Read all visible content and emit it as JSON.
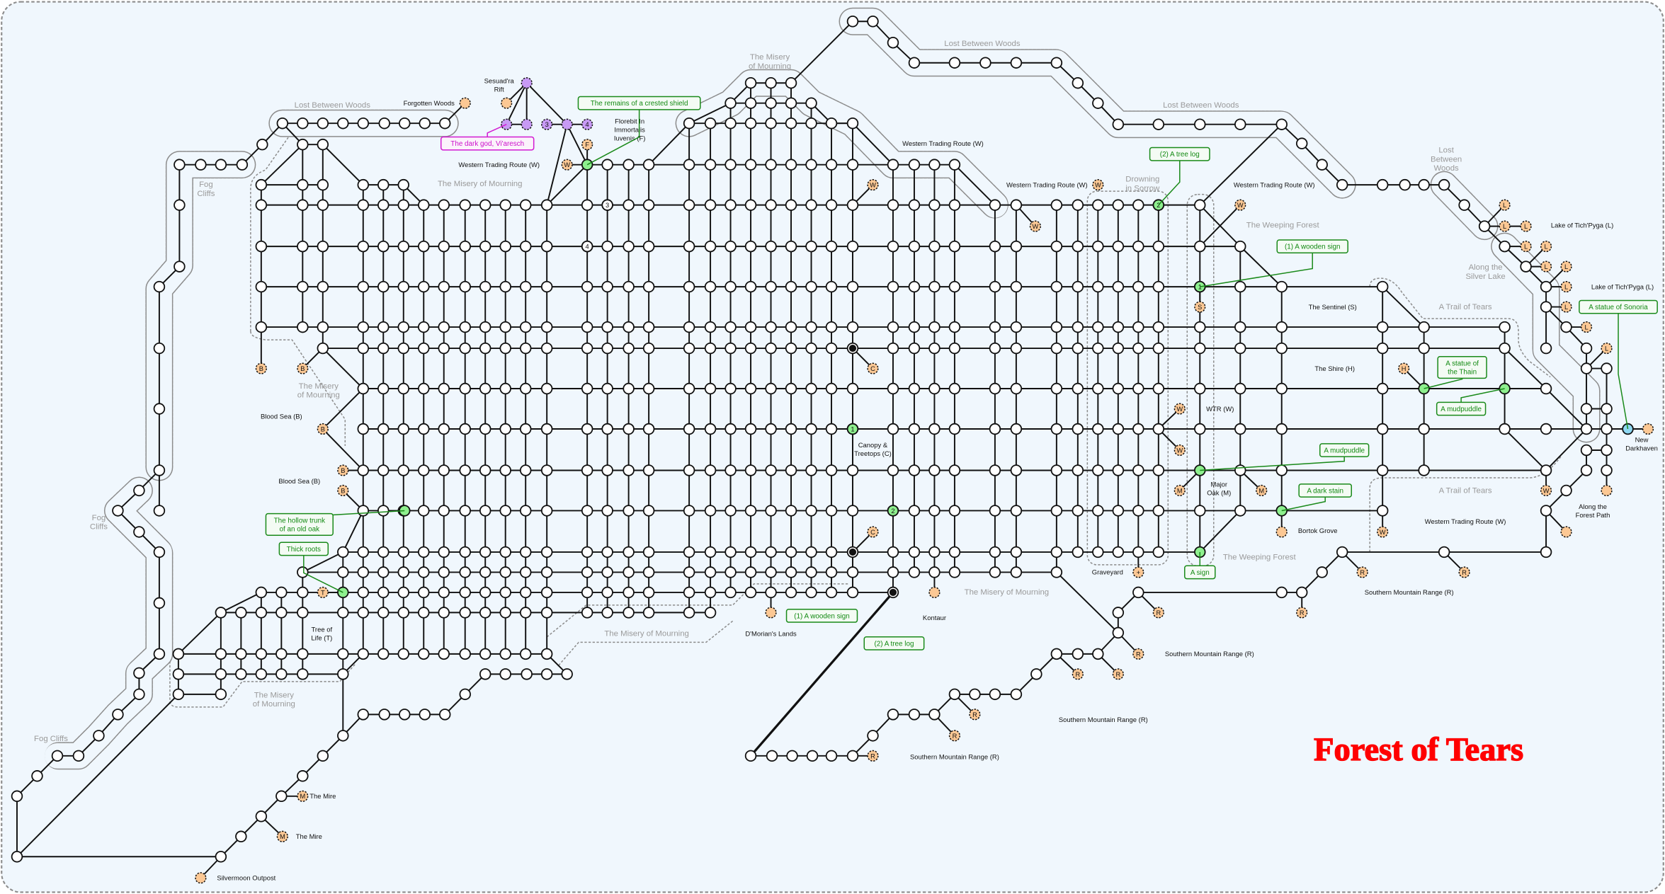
{
  "title": "Forest of Tears",
  "colors": {
    "background": "#f0f7fd",
    "edge": "#111111",
    "location_node": "#ffffff",
    "exit_node": "#fcc894",
    "item_node": "#8ef08e",
    "special_node": "#c89af5",
    "destination_node": "#8ed8f2",
    "callout_green": "#138a13",
    "callout_magenta": "#cc10cc",
    "region_label": "#9a9a9a",
    "title": "#ff0000"
  },
  "regions": [
    {
      "lines": [
        "Lost Between Woods"
      ]
    },
    {
      "lines": [
        "Lost Between Woods"
      ]
    },
    {
      "lines": [
        "Lost Between Woods"
      ]
    },
    {
      "lines": [
        "Lost",
        "Between",
        "Woods"
      ]
    },
    {
      "lines": [
        "Fog",
        "Cliffs"
      ]
    },
    {
      "lines": [
        "Fog",
        "Cliffs"
      ]
    },
    {
      "lines": [
        "Fog Cliffs"
      ]
    },
    {
      "lines": [
        "The Misery of Mourning"
      ]
    },
    {
      "lines": [
        "The Misery",
        "of Mourning"
      ]
    },
    {
      "lines": [
        "The Misery",
        "of Mourning"
      ]
    },
    {
      "lines": [
        "The Misery",
        "of Mourning"
      ]
    },
    {
      "lines": [
        "The Misery of Mourning"
      ]
    },
    {
      "lines": [
        "The Misery of Mourning"
      ]
    },
    {
      "lines": [
        "Drowning",
        "in Sorrow"
      ]
    },
    {
      "lines": [
        "The Weeping Forest"
      ]
    },
    {
      "lines": [
        "The Weeping Forest"
      ]
    },
    {
      "lines": [
        "Along the",
        "Silver Lake"
      ]
    },
    {
      "lines": [
        "A Trail of Tears"
      ]
    },
    {
      "lines": [
        "A Trail of Tears"
      ]
    }
  ],
  "places": [
    {
      "lines": [
        "Forgotten Woods"
      ]
    },
    {
      "lines": [
        "Sesuad'ra",
        "Rift"
      ]
    },
    {
      "lines": [
        "Florebit In",
        "Immortalis",
        "Iuvenis (F)"
      ]
    },
    {
      "lines": [
        "Western Trading Route (W)"
      ]
    },
    {
      "lines": [
        "Western Trading Route (W)"
      ]
    },
    {
      "lines": [
        "Western Trading Route (W)"
      ]
    },
    {
      "lines": [
        "Western Trading Route (W)"
      ]
    },
    {
      "lines": [
        "Lake of Tich'Pyga (L)"
      ]
    },
    {
      "lines": [
        "Lake of Tich'Pyga (L)"
      ]
    },
    {
      "lines": [
        "The Sentinel (S)"
      ]
    },
    {
      "lines": [
        "The Shire (H)"
      ]
    },
    {
      "lines": [
        "WTR (W)"
      ]
    },
    {
      "lines": [
        "Blood Sea (B)"
      ]
    },
    {
      "lines": [
        "Blood Sea (B)"
      ]
    },
    {
      "lines": [
        "Canopy &",
        "Treetops (C)"
      ]
    },
    {
      "lines": [
        "Major",
        "Oak (M)"
      ]
    },
    {
      "lines": [
        "Bortok Grove"
      ]
    },
    {
      "lines": [
        "Graveyard"
      ]
    },
    {
      "lines": [
        "Kontaur"
      ]
    },
    {
      "lines": [
        "D'Morian's Lands"
      ]
    },
    {
      "lines": [
        "Tree of",
        "Life (T)"
      ]
    },
    {
      "lines": [
        "New",
        "Darkhaven"
      ]
    },
    {
      "lines": [
        "Along the",
        "Forest Path"
      ]
    },
    {
      "lines": [
        "Western Trading Route (W)"
      ]
    },
    {
      "lines": [
        "Southern Mountain Range (R)"
      ]
    },
    {
      "lines": [
        "Southern Mountain Range (R)"
      ]
    },
    {
      "lines": [
        "Southern Mountain Range (R)"
      ]
    },
    {
      "lines": [
        "Southern Mountain Range (R)"
      ]
    },
    {
      "lines": [
        "The Mire"
      ]
    },
    {
      "lines": [
        "The Mire"
      ]
    },
    {
      "lines": [
        "Silvermoon Outpost"
      ]
    }
  ],
  "callouts": [
    {
      "lines": [
        "The remains of a crested shield"
      ],
      "style": "green"
    },
    {
      "lines": [
        "The dark god, Vi'aresch"
      ],
      "style": "magenta"
    },
    {
      "lines": [
        "(2) A tree log"
      ],
      "style": "green"
    },
    {
      "lines": [
        "(1) A wooden sign"
      ],
      "style": "green"
    },
    {
      "lines": [
        "A statue of Sonoria"
      ],
      "style": "green"
    },
    {
      "lines": [
        "A statue of",
        "the Thain"
      ],
      "style": "green"
    },
    {
      "lines": [
        "A mudpuddle"
      ],
      "style": "green"
    },
    {
      "lines": [
        "A mudpuddle"
      ],
      "style": "green"
    },
    {
      "lines": [
        "A dark stain"
      ],
      "style": "green"
    },
    {
      "lines": [
        "A sign"
      ],
      "style": "green"
    },
    {
      "lines": [
        "The hollow trunk",
        "of an old oak"
      ],
      "style": "green"
    },
    {
      "lines": [
        "Thick roots"
      ],
      "style": "green"
    },
    {
      "lines": [
        "(1) A wooden sign"
      ],
      "style": "green"
    },
    {
      "lines": [
        "(2) A tree log"
      ],
      "style": "green"
    }
  ],
  "markers": [
    {
      "letter": "W"
    },
    {
      "letter": "F"
    },
    {
      "letter": ""
    },
    {
      "letter": ""
    },
    {
      "letter": "B"
    },
    {
      "letter": "B"
    },
    {
      "letter": "B"
    },
    {
      "letter": "B"
    },
    {
      "letter": "B"
    },
    {
      "letter": "T"
    },
    {
      "letter": ""
    },
    {
      "letter": ""
    },
    {
      "letter": "C"
    },
    {
      "letter": "C"
    },
    {
      "letter": "W"
    },
    {
      "letter": "W"
    },
    {
      "letter": "W"
    },
    {
      "letter": "W"
    },
    {
      "letter": "S"
    },
    {
      "letter": "H"
    },
    {
      "letter": "W"
    },
    {
      "letter": "W"
    },
    {
      "letter": "M"
    },
    {
      "letter": "M"
    },
    {
      "letter": ""
    },
    {
      "letter": "W"
    },
    {
      "letter": "W"
    },
    {
      "letter": ""
    },
    {
      "letter": ""
    },
    {
      "letter": "+"
    },
    {
      "letter": "L"
    },
    {
      "letter": "L"
    },
    {
      "letter": "L"
    },
    {
      "letter": "L"
    },
    {
      "letter": "L"
    },
    {
      "letter": "L"
    },
    {
      "letter": "L"
    },
    {
      "letter": "L"
    },
    {
      "letter": "L"
    },
    {
      "letter": "L"
    },
    {
      "letter": "L"
    },
    {
      "letter": "R"
    },
    {
      "letter": "R"
    },
    {
      "letter": "R"
    },
    {
      "letter": "R"
    },
    {
      "letter": "R"
    },
    {
      "letter": "R"
    },
    {
      "letter": "R"
    },
    {
      "letter": "R"
    },
    {
      "letter": "R"
    },
    {
      "letter": "R"
    },
    {
      "letter": "M"
    },
    {
      "letter": "M"
    },
    {
      "letter": ""
    },
    {
      "letter": ""
    }
  ],
  "numbered_nodes": [
    {
      "label": "3"
    },
    {
      "label": "4"
    },
    {
      "label": "1"
    },
    {
      "label": "2"
    },
    {
      "label": "2"
    },
    {
      "label": "1"
    },
    {
      "label": "3"
    },
    {
      "label": "4"
    }
  ]
}
